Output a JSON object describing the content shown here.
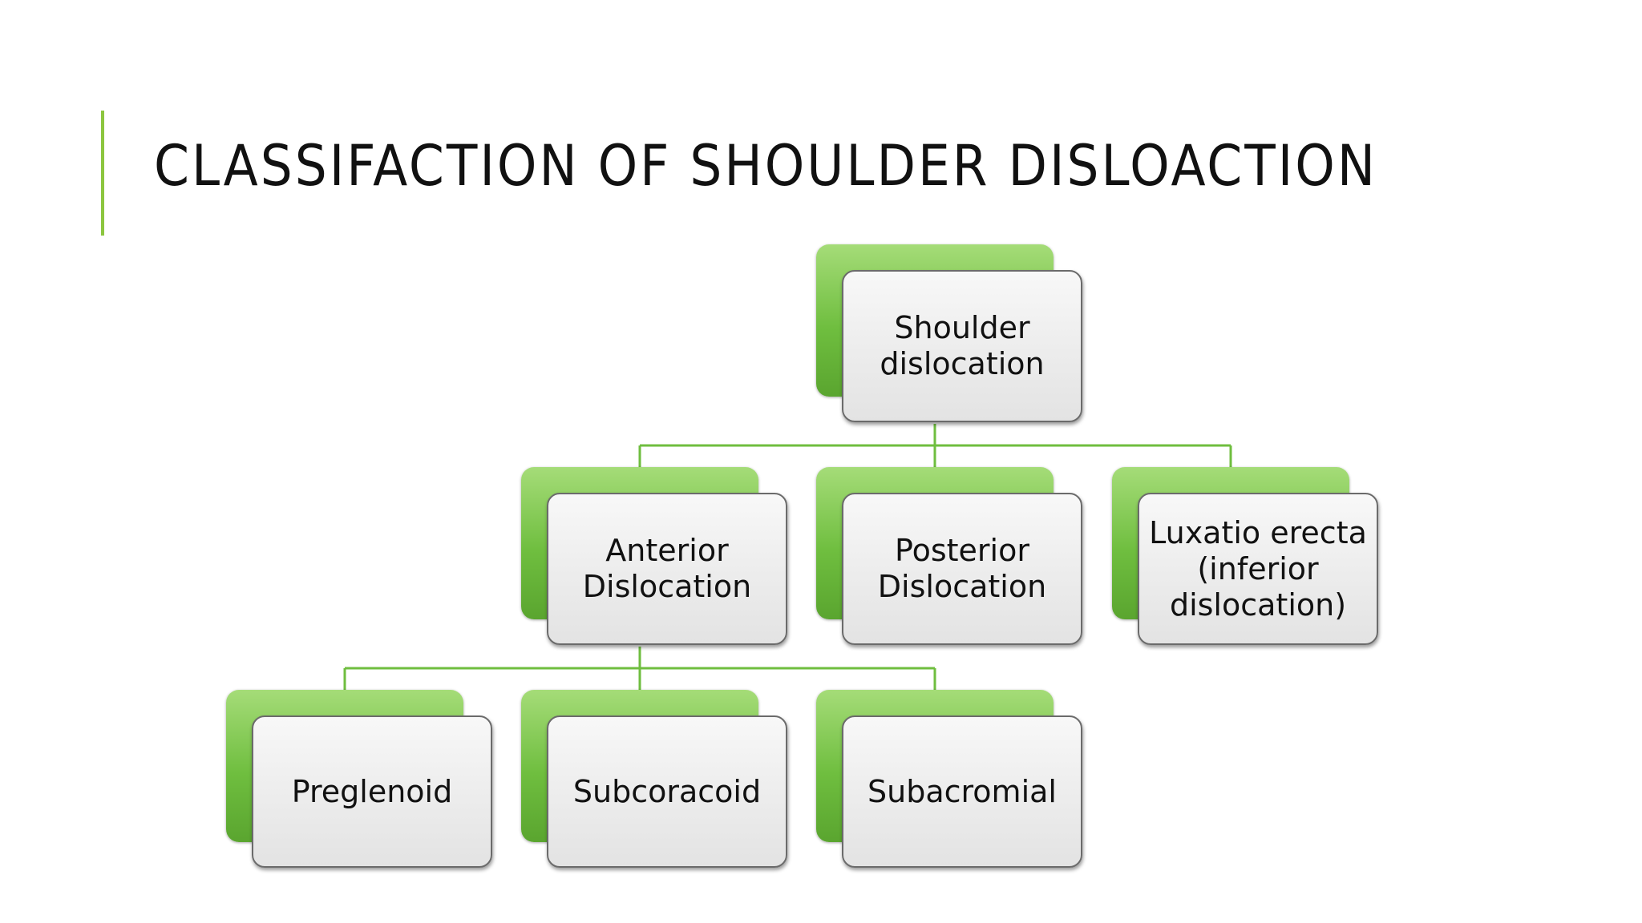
{
  "slide": {
    "title": "CLASSIFACTION OF SHOULDER DISLOACTION",
    "accent_color": "#8cc63f"
  },
  "diagram": {
    "type": "hierarchy",
    "colors": {
      "box_back": "#6fbe3f",
      "box_front": "#ececec",
      "connector": "#6fbe3f"
    },
    "root": {
      "label": "Shoulder\ndislocation",
      "children": [
        {
          "label": "Anterior\nDislocation",
          "children": [
            {
              "label": "Preglenoid"
            },
            {
              "label": "Subcoracoid"
            },
            {
              "label": "Subacromial"
            }
          ]
        },
        {
          "label": "Posterior\nDislocation"
        },
        {
          "label": "Luxatio erecta\n(inferior\ndislocation)"
        }
      ]
    }
  }
}
